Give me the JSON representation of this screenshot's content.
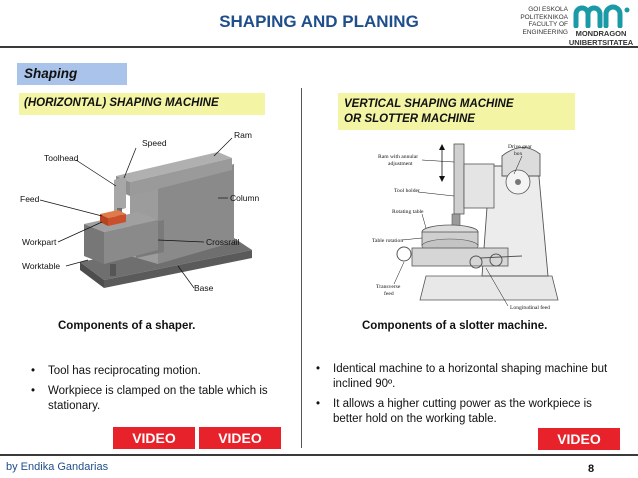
{
  "slide": {
    "title": "SHAPING AND PLANING",
    "page_number": "8",
    "author": "by Endika Gandarias"
  },
  "logo": {
    "lines": [
      "GOI ESKOLA",
      "POLITEKNIKOA",
      "FACULTY OF",
      "ENGINEERING"
    ],
    "name_line1": "MONDRAGON",
    "name_line2": "UNIBERTSITATEA",
    "color": "#1a9aa6"
  },
  "section": {
    "label": "Shaping"
  },
  "left": {
    "header": "(HORIZONTAL) SHAPING MACHINE",
    "figure_labels": {
      "speed": "Speed",
      "ram": "Ram",
      "toolhead": "Toolhead",
      "feed": "Feed",
      "column": "Column",
      "workpart": "Workpart",
      "crossrail": "Crossrail",
      "worktable": "Worktable",
      "base": "Base"
    },
    "caption": "Components of a shaper.",
    "bullets": [
      "Tool has reciprocating motion.",
      "Workpiece is clamped on the table which is stationary."
    ]
  },
  "right": {
    "header_line1": "VERTICAL SHAPING MACHINE",
    "header_line2": "OR SLOTTER MACHINE",
    "figure_labels": {
      "drive_gear_1": "Drive gear",
      "drive_gear_2": "box",
      "ram_1": "Ram with annular",
      "ram_2": "adjustment",
      "tool_holder": "Tool holder",
      "rotating_table": "Rotating table",
      "table_rotation": "Table rotation",
      "transverse_1": "Transverse",
      "transverse_2": "feed",
      "longitudinal": "Longitudinal feed"
    },
    "caption": "Components of a slotter machine.",
    "bullets": [
      "Identical machine to a horizontal shaping machine but inclined 90º.",
      "It allows a higher cutting power as the workpiece is better hold on the working table."
    ]
  },
  "video_buttons": [
    "VIDEO",
    "VIDEO",
    "VIDEO"
  ],
  "colors": {
    "title": "#1f4e8c",
    "section_bg": "#a9c3ea",
    "header_bg": "#f3f5a4",
    "video_bg": "#e8222b",
    "machine_gray": "#7d7d7d",
    "workpart_orange": "#c9502a"
  }
}
